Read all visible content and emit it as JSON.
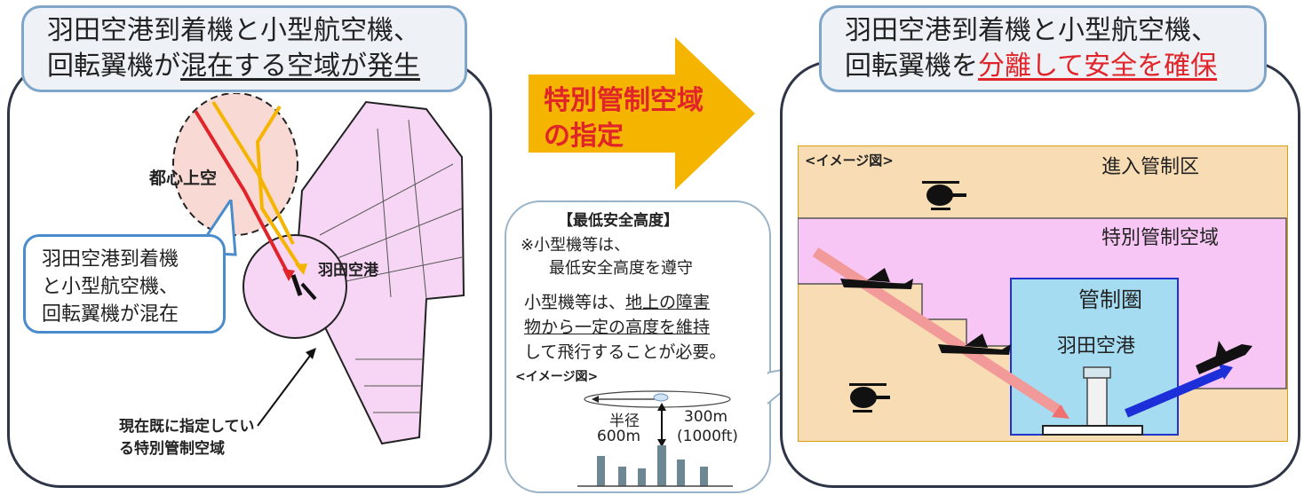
{
  "left": {
    "title_line1": "羽田空港到着機と小型航空機、",
    "title_line2_pre": "回転翼機が",
    "title_line2_ul": "混在する空域が発生",
    "urban_label": "都心上空",
    "airport_label": "羽田空港",
    "callout_lines": [
      "羽田空港到着機",
      "と小型航空機、",
      "回転翼機が混在"
    ],
    "existing_line1": "現在既に指定してい",
    "existing_line2": "る特別管制空域"
  },
  "middle": {
    "arrow_line1": "特別管制空域",
    "arrow_line2": "の指定",
    "heading": "【最低安全高度】",
    "note_line1": "※小型機等は、",
    "note_line2": "最低安全高度を遵守",
    "body_line1_pre": "小型機等は、",
    "body_line1_ul": "地上の障害",
    "body_line2_ul": "物から一定の高度を維持",
    "body_line3": "して飛行することが必要。",
    "image_label": "<イメージ図>",
    "radius_label": "半径",
    "radius_value": "600m",
    "height_value": "300m",
    "height_ft": "(1000ft)"
  },
  "right": {
    "title_line1": "羽田空港到着機と小型航空機、",
    "title_line2_pre": "回転翼機を",
    "title_line2_red": "分離して安全を確保",
    "image_label": "<イメージ図>",
    "approach_zone": "進入管制区",
    "special_zone": "特別管制空域",
    "control_zone": "管制圏",
    "airport": "羽田空港"
  },
  "colors": {
    "arrow": "#f4b400",
    "approach_bg": "#f8dcb4",
    "special_bg": "#f7c6f4",
    "control_bg": "#a6dcf2",
    "arrival_red": "#e0242a",
    "departure_blue": "#1d2fd8"
  }
}
